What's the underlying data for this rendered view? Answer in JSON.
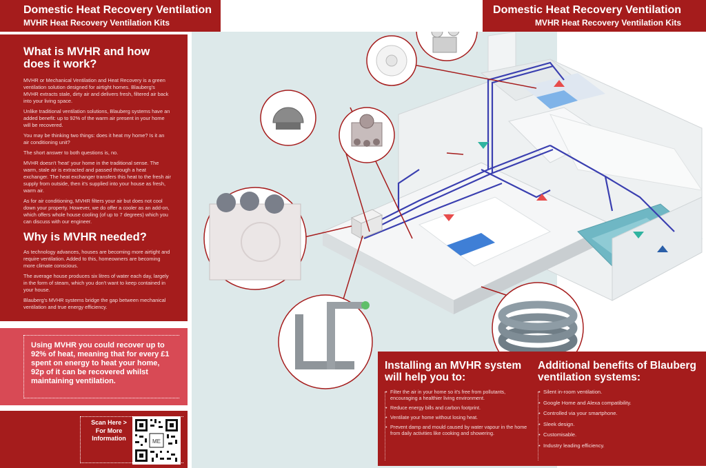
{
  "header": {
    "title": "Domestic Heat Recovery Ventilation",
    "subtitle": "MVHR Heat Recovery Ventilation Kits"
  },
  "what_is": {
    "heading": "What is MVHR and how does it work?",
    "paragraphs": [
      "MVHR or Mechanical Ventilation and Heat Recovery is a green ventilation solution designed for airtight homes. Blauberg's MVHR extracts stale, dirty air and delivers fresh, filtered air back into your living space.",
      "Unlike traditional ventilation solutions, Blauberg systems have an added benefit: up to 92% of the warm air present in your home will be recovered.",
      "You may be thinking two things: does it heat my home? Is it an air conditioning unit?",
      "The short answer to both questions is, no.",
      "MVHR doesn't 'heat' your home in the traditional sense. The warm, stale air is extracted and passed through a heat exchanger. The heat exchanger transfers this heat to the fresh air supply from outside, then it's supplied into your house as fresh, warm air.",
      "As for air conditioning, MVHR filters your air but does not cool down your property. However, we do offer a cooler as an add-on, which offers whole house cooling (of up to 7 degrees) which you can discuss with our engineer."
    ]
  },
  "why_needed": {
    "heading": "Why is MVHR needed?",
    "paragraphs": [
      "As technology advances, houses are becoming more airtight and require ventilation. Added to this, homeowners are becoming more climate conscious.",
      "The average house produces six litres of water each day, largely in the form of steam, which you don't want to keep contained in your house.",
      "Blauberg's MVHR systems bridge the gap between mechanical ventilation and true energy efficiency."
    ]
  },
  "callout": {
    "text": "Using MVHR you could recover up to 92% of heat, meaning that for every £1 spent on energy to heat your home, 92p of it can be recovered whilst maintaining ventilation."
  },
  "qr": {
    "scan_text": "Scan Here > For More Information",
    "center_label": "ME"
  },
  "installing": {
    "heading": "Installing an MVHR system will help you to:",
    "items": [
      "Filter the air in your home so it's free from pollutants, encouraging a healthier living environment.",
      "Reduce energy bills and carbon footprint.",
      "Ventilate your home without losing heat.",
      "Prevent damp and mould caused by water vapour in the home from daily activities like cooking and showering."
    ]
  },
  "benefits": {
    "heading": "Additional benefits of Blauberg ventilation systems:",
    "items": [
      "Silent in-room ventilation.",
      "Google Home and Alexa compatibility.",
      "Controlled via your smartphone.",
      "Sleek design.",
      "Customisable.",
      "Industry leading efficiency."
    ]
  },
  "colors": {
    "brand_red": "#a51c1c",
    "callout_pink": "#d84a55",
    "duct_blue": "#3a3fb0",
    "diagram_bg": "#dde9ea"
  }
}
